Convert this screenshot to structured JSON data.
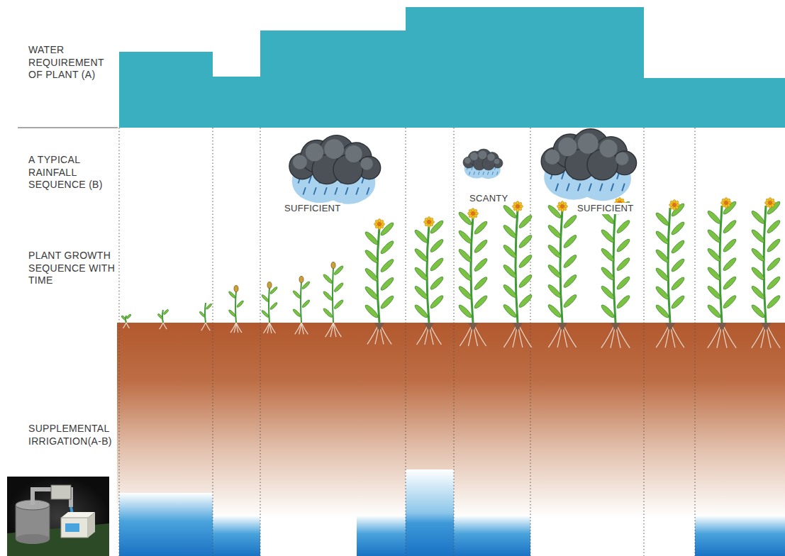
{
  "diagram": {
    "labels": [
      "WATER REQUIREMENT OF PLANT (A)",
      "A TYPICAL RAINFALL SEQUENCE (B)",
      "PLANT GROWTH SEQUENCE WITH TIME",
      "SUPPLEMENTAL IRRIGATION(A-B)",
      "SUFFICIENT",
      "SCANTY",
      "SUFFICIENT"
    ]
  }
}
